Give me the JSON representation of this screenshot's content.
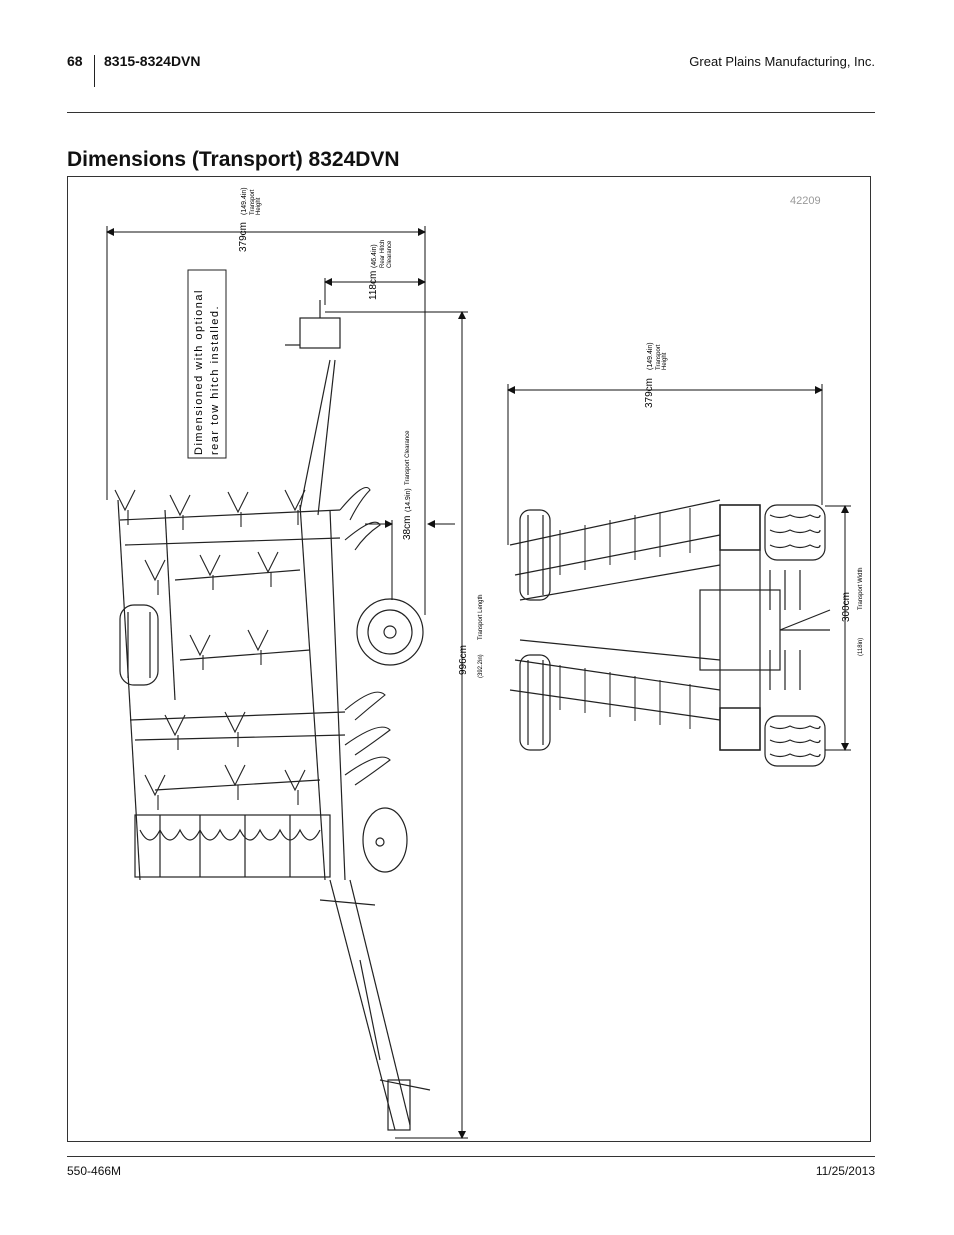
{
  "header": {
    "page_number": "68",
    "model": "8315-8324DVN",
    "company": "Great Plains Manufacturing, Inc."
  },
  "title": "Dimensions (Transport) 8324DVN",
  "figure": {
    "figure_id": "42209",
    "note_line1": "Dimensioned with optional",
    "note_line2": "rear tow hitch installed.",
    "dim_height_value": "379cm",
    "dim_height_in": "(149.4in)",
    "dim_height_label1": "Transport",
    "dim_height_label2": "Height",
    "dim_hitch_value": "118cm",
    "dim_hitch_in": "(46.4in)",
    "dim_hitch_label1": "Rear Hitch",
    "dim_hitch_label2": "Clearance",
    "dim_clearance_value": "38cm",
    "dim_clearance_in": "(14.9in)",
    "dim_clearance_label": "Transport Clearance",
    "dim_length_value": "996cm",
    "dim_length_in": "(392.2in)",
    "dim_length_label": "Transport Length",
    "dim_height2_value": "379cm",
    "dim_height2_in": "(149.4in)",
    "dim_height2_label1": "Transport",
    "dim_height2_label2": "Height",
    "dim_width_value": "300cm",
    "dim_width_in": "(118in)",
    "dim_width_label": "Transport Width"
  },
  "footer": {
    "doc_number": "550-466M",
    "date": "11/25/2013"
  }
}
